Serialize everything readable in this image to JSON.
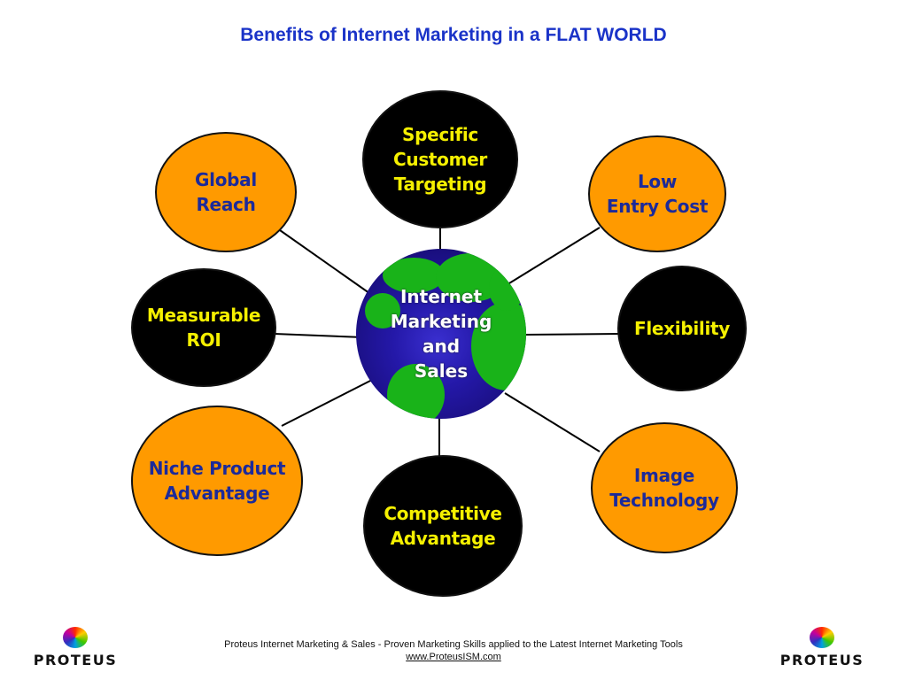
{
  "title": "Benefits of Internet Marketing in a FLAT WORLD",
  "center": {
    "label": "Internet\nMarketing\nand\nSales",
    "icon": "globe-icon"
  },
  "nodes": [
    {
      "id": "specific-customer-targeting",
      "label": "Specific\nCustomer\nTargeting",
      "style": "black"
    },
    {
      "id": "global-reach",
      "label": "Global\nReach",
      "style": "orange"
    },
    {
      "id": "low-entry-cost",
      "label": "Low\nEntry Cost",
      "style": "orange"
    },
    {
      "id": "measurable-roi",
      "label": "Measurable\nROI",
      "style": "black"
    },
    {
      "id": "flexibility",
      "label": "Flexibility",
      "style": "black"
    },
    {
      "id": "niche-product-advantage",
      "label": "Niche Product\nAdvantage",
      "style": "orange"
    },
    {
      "id": "competitive-advantage",
      "label": "Competitive\nAdvantage",
      "style": "black"
    },
    {
      "id": "image-technology",
      "label": "Image\nTechnology",
      "style": "orange"
    }
  ],
  "colors": {
    "title": "#1a33c8",
    "orange_fill": "#ff9a00",
    "orange_text": "#1c2a9a",
    "black_fill": "#000000",
    "black_text": "#f5f000",
    "globe_ocean": "#2418a8",
    "globe_land": "#19b319"
  },
  "footer": {
    "tagline": "Proteus Internet Marketing & Sales - Proven Marketing Skills applied to the Latest Internet Marketing Tools",
    "url": "www.ProteusISM.com",
    "logo_left": "PROTEUS",
    "logo_right": "PROTEUS"
  }
}
